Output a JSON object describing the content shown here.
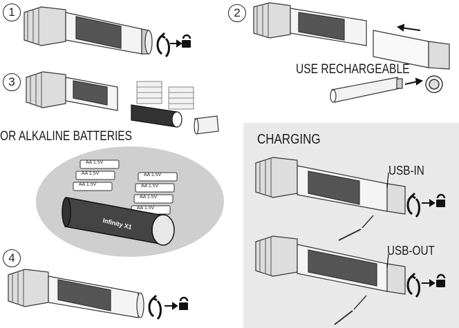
{
  "steps": [
    {
      "number": "1"
    },
    {
      "number": "2"
    },
    {
      "number": "3"
    },
    {
      "number": "4"
    }
  ],
  "labels": {
    "rechargeable": "USE RECHARGEABLE",
    "alkaline": "OR ALKALINE BATTERIES",
    "charging": "CHARGING",
    "usb_in": "USB-IN",
    "usb_out": "USB-OUT"
  },
  "battery": {
    "label": "AA 1.5V",
    "brand": "Infinity X1"
  },
  "colors": {
    "panel": "#e9e9e9",
    "ellipse": "#cfcfcf",
    "ink": "#1a1a1a"
  },
  "icons": [
    "twist-arrow-icon",
    "lock-icon",
    "arrow-right-icon",
    "arrow-left-icon"
  ]
}
